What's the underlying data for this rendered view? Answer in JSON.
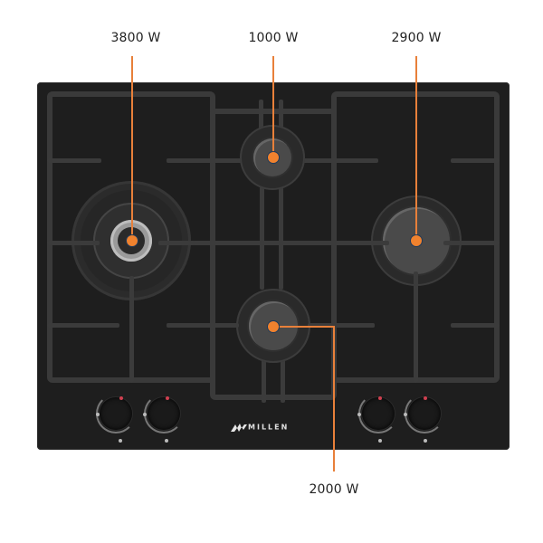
{
  "product": {
    "brand": "MILLEN",
    "type": "gas hob",
    "burner_count": 4,
    "knob_count": 4
  },
  "annotations": {
    "accent_color": "#f0822e",
    "burners": [
      {
        "id": "wok-left",
        "label": "3800 W",
        "position": "left",
        "type": "triple-crown wok"
      },
      {
        "id": "small-top",
        "label": "1000 W",
        "position": "center-top",
        "type": "auxiliary"
      },
      {
        "id": "right",
        "label": "2900 W",
        "position": "right",
        "type": "rapid"
      },
      {
        "id": "medium-bottom",
        "label": "2000 W",
        "position": "center-bottom",
        "type": "semi-rapid"
      }
    ]
  },
  "colors": {
    "glass": "#1e1e1e",
    "grate": "#3a3a3a",
    "leader": "#e8803a",
    "background": "#ffffff"
  }
}
